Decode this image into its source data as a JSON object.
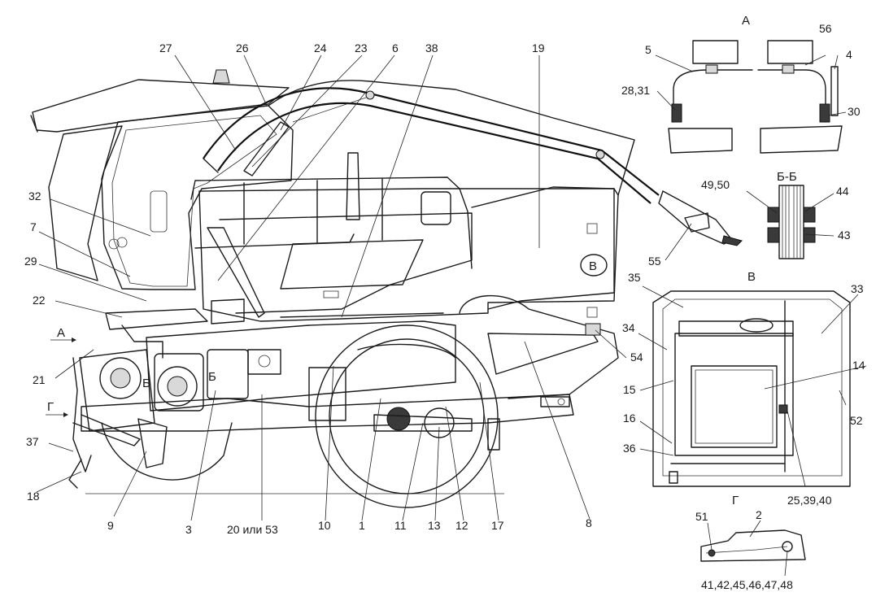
{
  "callouts": {
    "c1": "1",
    "c2": "2",
    "c3": "3",
    "c4": "4",
    "c5": "5",
    "c6": "6",
    "c7": "7",
    "c8": "8",
    "c9": "9",
    "c10": "10",
    "c11": "11",
    "c12": "12",
    "c13": "13",
    "c14": "14",
    "c15": "15",
    "c16": "16",
    "c17": "17",
    "c18": "18",
    "c19": "19",
    "c20_53": "20 или 53",
    "c21": "21",
    "c22": "22",
    "c23": "23",
    "c24": "24",
    "c25_39_40": "25,39,40",
    "c26": "26",
    "c27": "27",
    "c28_31": "28,31",
    "c29": "29",
    "c30": "30",
    "c32": "32",
    "c33": "33",
    "c34": "34",
    "c35": "35",
    "c36": "36",
    "c37": "37",
    "c38": "38",
    "c41_48": "41,42,45,46,47,48",
    "c43": "43",
    "c44": "44",
    "c49_50": "49,50",
    "c51": "51",
    "c52": "52",
    "c54": "54",
    "c55": "55",
    "c56": "56"
  },
  "views": {
    "a_title": "А",
    "bb_title": "Б-Б",
    "v_title": "В",
    "g_title": "Г",
    "a_arrow": "А",
    "g_arrow": "Г",
    "b_left": "Б",
    "b_right": "Б",
    "v_marker": "В"
  }
}
